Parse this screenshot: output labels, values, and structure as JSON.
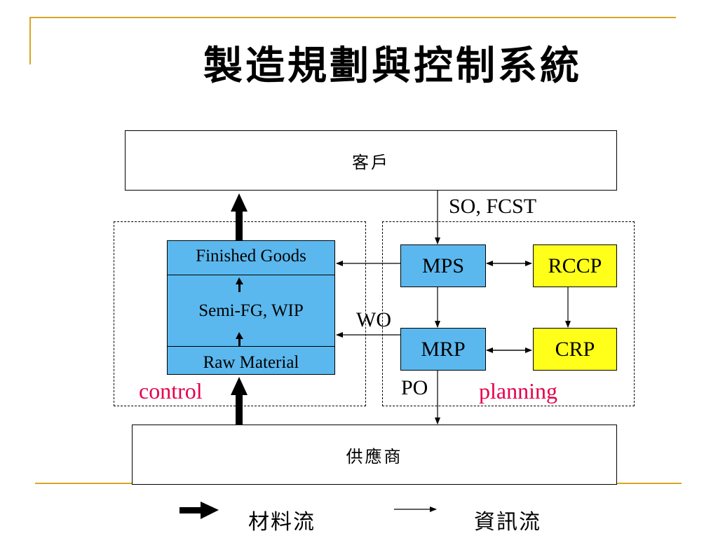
{
  "title": "製造規劃與控制系統",
  "customer_label": "客戶",
  "supplier_label": "供應商",
  "inventory": {
    "finished_goods": "Finished Goods",
    "semi_fg_wip": "Semi-FG, WIP",
    "raw_material": "Raw Material"
  },
  "modules": {
    "mps": "MPS",
    "rccp": "RCCP",
    "mrp": "MRP",
    "crp": "CRP"
  },
  "edge_labels": {
    "so_fcst": "SO, FCST",
    "wo": "WO",
    "po": "PO"
  },
  "regions": {
    "control": "control",
    "planning": "planning"
  },
  "legend": {
    "material_flow": "材料流",
    "information_flow": "資訊流"
  },
  "colors": {
    "accent_line": "#d9a621",
    "module_blue": "#5bb8ee",
    "module_yellow": "#ffff1a",
    "region_label_red": "#e6004c"
  }
}
